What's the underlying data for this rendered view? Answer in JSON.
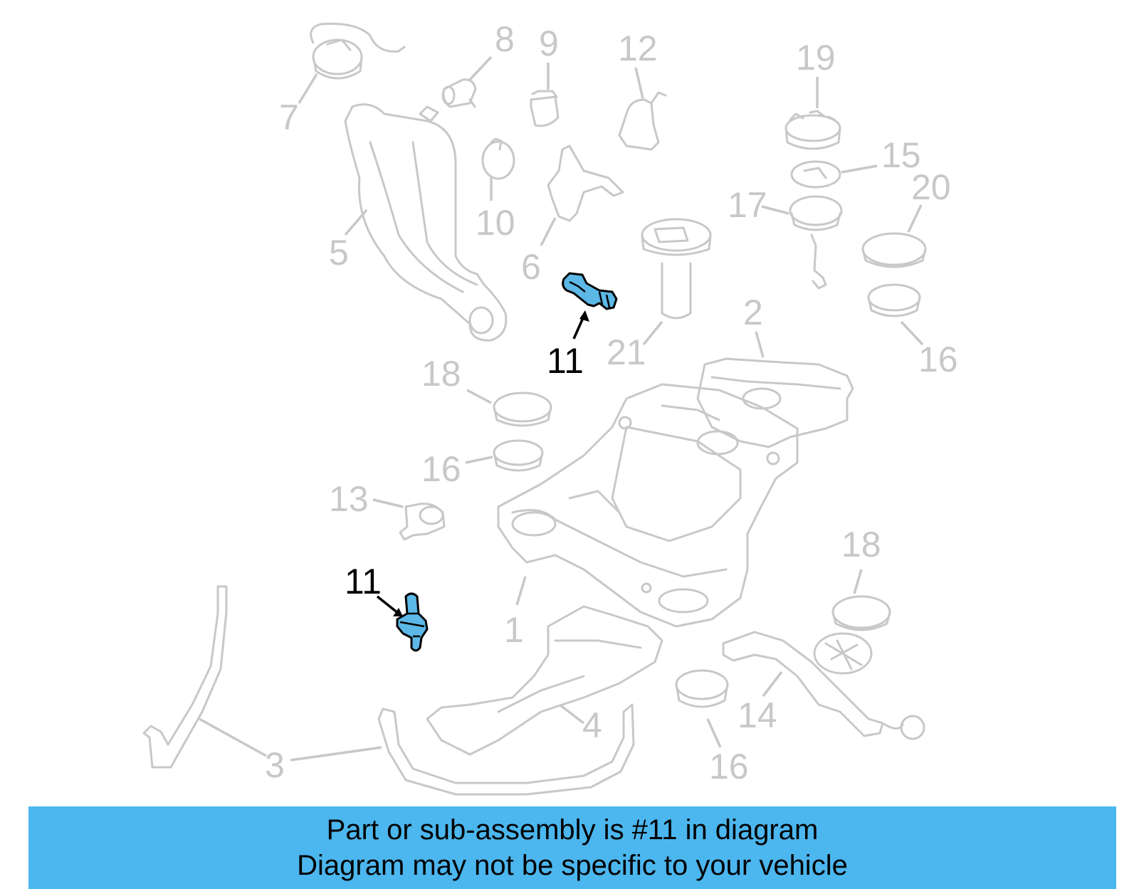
{
  "diagram": {
    "labels": {
      "l1": "1",
      "l2": "2",
      "l3": "3",
      "l4": "4",
      "l5": "5",
      "l6": "6",
      "l7": "7",
      "l8": "8",
      "l9": "9",
      "l10": "10",
      "l11a": "11",
      "l11b": "11",
      "l12": "12",
      "l13": "13",
      "l14": "14",
      "l15": "15",
      "l16a": "16",
      "l16b": "16",
      "l16c": "16",
      "l16d": "16",
      "l17": "17",
      "l18a": "18",
      "l18b": "18",
      "l19": "19",
      "l20": "20",
      "l21": "21"
    },
    "highlight_color": "#5cb8e6",
    "muted_color": "#c8c8c8"
  },
  "banner": {
    "line1": "Part or sub-assembly is #11 in diagram",
    "line2": "Diagram may not be specific to your vehicle",
    "color": "#4cb6ee"
  }
}
